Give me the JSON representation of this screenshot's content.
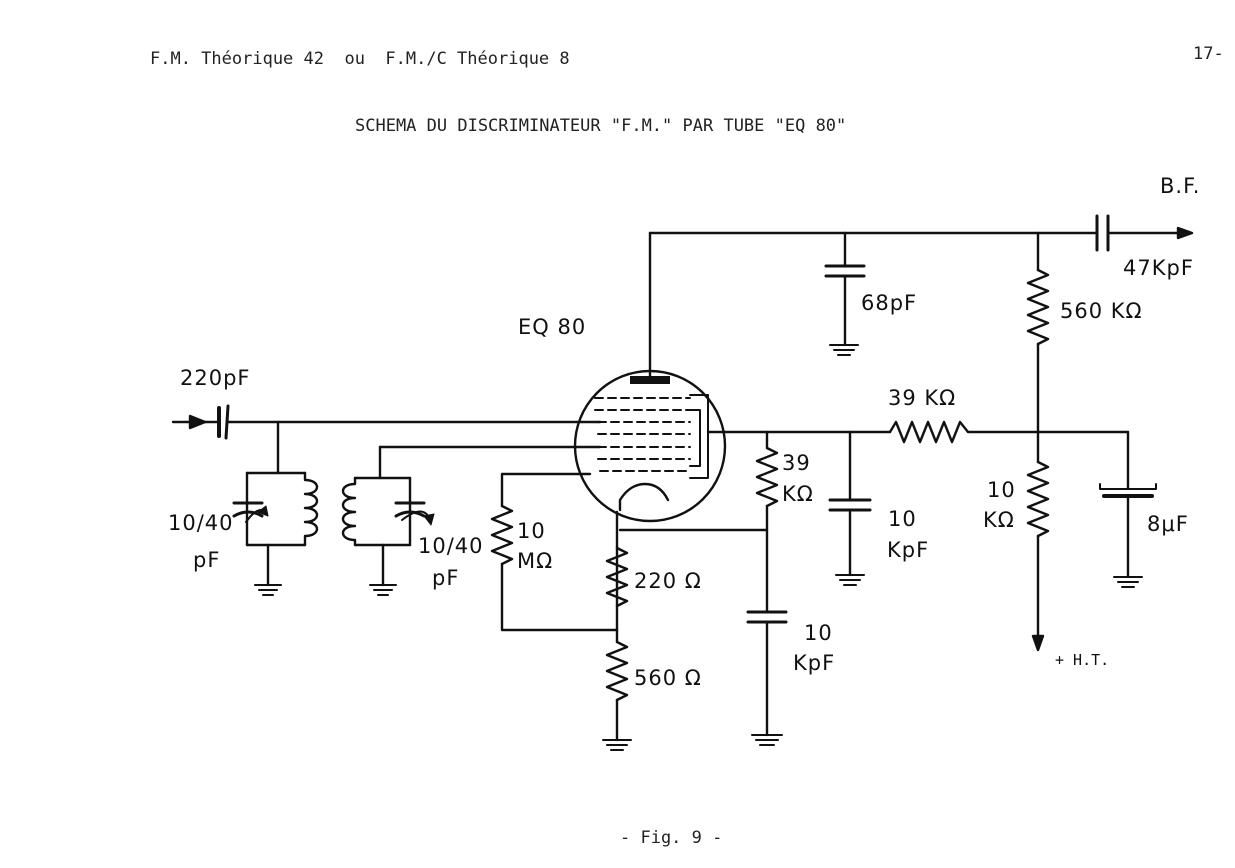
{
  "header": {
    "left": "F.M. Théorique 42  ou  F.M./C Théorique 8",
    "page_number": "17-"
  },
  "title": "SCHEMA DU DISCRIMINATEUR \"F.M.\" PAR TUBE \"EQ 80\"",
  "figure_caption": "- Fig. 9 -",
  "labels": {
    "tube": "EQ 80",
    "input_cap": "220pF",
    "trimmer_left_a": "10/40",
    "trimmer_left_b": "pF",
    "trimmer_right_a": "10/40",
    "trimmer_right_b": "pF",
    "grid_res_a": "10",
    "grid_res_b": "MΩ",
    "cathode_res_1": "220 Ω",
    "cathode_res_2": "560 Ω",
    "screen_res_a": "39",
    "screen_res_b": "KΩ",
    "screen_cap_a": "10",
    "screen_cap_b": "KpF",
    "decoup_cap_a": "10",
    "decoup_cap_b": "KpF",
    "anode_cap": "68pF",
    "load_res": "560 KΩ",
    "output_cap": "47KpF",
    "output": "B.F.",
    "series_res": "39 KΩ",
    "bleeder_res_a": "10",
    "bleeder_res_b": "KΩ",
    "filter_cap": "8μF",
    "supply": "+ H.T."
  }
}
